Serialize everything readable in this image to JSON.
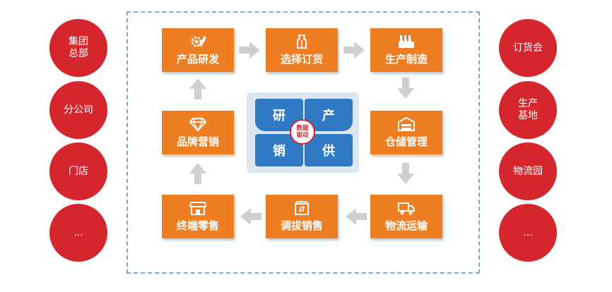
{
  "left_circles": [
    "集团\n总部",
    "分公司",
    "门店",
    "..."
  ],
  "right_circles": [
    "订货会",
    "生产\n基地",
    "物流园",
    "..."
  ],
  "boxes": {
    "product_rd": "产品研发",
    "select_order": "选择订货",
    "manufacturing": "生产制造",
    "brand_marketing": "品牌营销",
    "warehouse": "仓储管理",
    "terminal_retail": "终端零售",
    "allocation_sales": "调拔销售",
    "logistics": "物流运输"
  },
  "center": {
    "q1": "研",
    "q2": "产",
    "q3": "销",
    "q4": "供",
    "hub": "数据\n驱动"
  },
  "colors": {
    "circle": "#d6262d",
    "box": "#ef7d22",
    "quad": "#2f79c5",
    "panel": "#dde6f1",
    "arrow": "#cfcfcf",
    "frame": "#7ea6d6"
  }
}
